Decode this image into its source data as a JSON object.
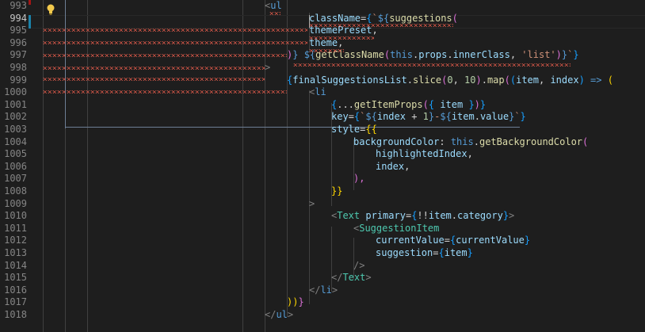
{
  "colors": {
    "background": "#1e1e1e",
    "line_number": "#858585",
    "line_number_active": "#c6c6c6",
    "default": "#d4d4d4",
    "keyword": "#569cd6",
    "variable": "#9cdcfe",
    "function": "#dcdcaa",
    "string": "#ce9178",
    "number": "#b5cea8",
    "tag": "#569cd6",
    "component": "#4ec9b0",
    "bracket_gold": "#ffd700",
    "bracket_purple": "#da70d6",
    "bracket_blue": "#179fff",
    "squiggle": "#e05a4a",
    "bulb": "#f2c94c"
  },
  "icons": {
    "lightbulb": "lightbulb-icon"
  },
  "editor": {
    "active_line": "994",
    "line_numbers": [
      "993",
      "994",
      "995",
      "996",
      "997",
      "998",
      "999",
      "1000",
      "1001",
      "1002",
      "1003",
      "1004",
      "1005",
      "1006",
      "1007",
      "1008",
      "1009",
      "1010",
      "1011",
      "1012",
      "1013",
      "1014",
      "1015",
      "1016",
      "1017",
      "1018"
    ],
    "lines": [
      {
        "indent": 0,
        "tokens": []
      },
      {
        "indent": 0,
        "tokens": []
      },
      {
        "indent": 0,
        "tokens": []
      },
      {
        "indent": 0,
        "tokens": []
      },
      {
        "indent": 0,
        "tokens": []
      },
      {
        "indent": 0,
        "tokens": []
      },
      {
        "indent": 0,
        "tokens": []
      },
      {
        "indent": 0,
        "tokens": []
      },
      {
        "indent": 0,
        "tokens": []
      },
      {
        "indent": 0,
        "tokens": []
      },
      {
        "indent": 0,
        "tokens": []
      },
      {
        "indent": 0,
        "tokens": []
      },
      {
        "indent": 0,
        "tokens": []
      },
      {
        "indent": 0,
        "tokens": []
      },
      {
        "indent": 0,
        "tokens": []
      },
      {
        "indent": 0,
        "tokens": []
      },
      {
        "indent": 0,
        "tokens": []
      },
      {
        "indent": 0,
        "tokens": []
      },
      {
        "indent": 0,
        "tokens": []
      },
      {
        "indent": 0,
        "tokens": []
      },
      {
        "indent": 0,
        "tokens": []
      },
      {
        "indent": 0,
        "tokens": []
      },
      {
        "indent": 0,
        "tokens": []
      },
      {
        "indent": 0,
        "tokens": []
      },
      {
        "indent": 0,
        "tokens": []
      },
      {
        "indent": 0,
        "tokens": []
      }
    ],
    "code": [
      [
        [
          "<",
          "#808080"
        ],
        [
          "ul",
          "#569cd6"
        ]
      ],
      [
        [
          "className",
          "#9cdcfe"
        ],
        [
          "=",
          "#d4d4d4"
        ],
        [
          "{",
          "#179fff"
        ],
        [
          "`",
          "#ce9178"
        ],
        [
          "${",
          "#569cd6"
        ],
        [
          "suggestions",
          "#dcdcaa"
        ],
        [
          "(",
          "#da70d6"
        ]
      ],
      [
        [
          "themePreset",
          "#9cdcfe"
        ],
        [
          ",",
          "#d4d4d4"
        ]
      ],
      [
        [
          "theme",
          "#9cdcfe"
        ],
        [
          ",",
          "#d4d4d4"
        ]
      ],
      [
        [
          ")",
          "#da70d6"
        ],
        [
          "}",
          "#569cd6"
        ],
        [
          " ",
          "#ce9178"
        ],
        [
          "${",
          "#569cd6"
        ],
        [
          "getClassName",
          "#dcdcaa"
        ],
        [
          "(",
          "#da70d6"
        ],
        [
          "this",
          "#569cd6"
        ],
        [
          ".",
          "#d4d4d4"
        ],
        [
          "props",
          "#9cdcfe"
        ],
        [
          ".",
          "#d4d4d4"
        ],
        [
          "innerClass",
          "#9cdcfe"
        ],
        [
          ", ",
          "#d4d4d4"
        ],
        [
          "'list'",
          "#ce9178"
        ],
        [
          ")",
          "#da70d6"
        ],
        [
          "}",
          "#569cd6"
        ],
        [
          "`",
          "#ce9178"
        ],
        [
          "}",
          "#179fff"
        ]
      ],
      [
        [
          ">",
          "#808080"
        ]
      ],
      [
        [
          "{",
          "#179fff"
        ],
        [
          "finalSuggestionsList",
          "#9cdcfe"
        ],
        [
          ".",
          "#d4d4d4"
        ],
        [
          "slice",
          "#dcdcaa"
        ],
        [
          "(",
          "#da70d6"
        ],
        [
          "0",
          "#b5cea8"
        ],
        [
          ", ",
          "#d4d4d4"
        ],
        [
          "10",
          "#b5cea8"
        ],
        [
          ")",
          "#da70d6"
        ],
        [
          ".",
          "#d4d4d4"
        ],
        [
          "map",
          "#dcdcaa"
        ],
        [
          "(",
          "#da70d6"
        ],
        [
          "(",
          "#179fff"
        ],
        [
          "item",
          "#9cdcfe"
        ],
        [
          ", ",
          "#d4d4d4"
        ],
        [
          "index",
          "#9cdcfe"
        ],
        [
          ")",
          "#179fff"
        ],
        [
          " => ",
          "#569cd6"
        ],
        [
          "(",
          "#ffd700"
        ]
      ],
      [
        [
          "<",
          "#808080"
        ],
        [
          "li",
          "#569cd6"
        ]
      ],
      [
        [
          "{",
          "#179fff"
        ],
        [
          "...",
          "#d4d4d4"
        ],
        [
          "getItemProps",
          "#dcdcaa"
        ],
        [
          "(",
          "#da70d6"
        ],
        [
          "{ ",
          "#179fff"
        ],
        [
          "item",
          "#9cdcfe"
        ],
        [
          " }",
          "#179fff"
        ],
        [
          ")",
          "#da70d6"
        ],
        [
          "}",
          "#179fff"
        ]
      ],
      [
        [
          "key",
          "#9cdcfe"
        ],
        [
          "=",
          "#d4d4d4"
        ],
        [
          "{",
          "#179fff"
        ],
        [
          "`",
          "#ce9178"
        ],
        [
          "${",
          "#569cd6"
        ],
        [
          "index",
          "#9cdcfe"
        ],
        [
          " + ",
          "#d4d4d4"
        ],
        [
          "1",
          "#b5cea8"
        ],
        [
          "}",
          "#569cd6"
        ],
        [
          "-",
          "#ce9178"
        ],
        [
          "${",
          "#569cd6"
        ],
        [
          "item",
          "#9cdcfe"
        ],
        [
          ".",
          "#d4d4d4"
        ],
        [
          "value",
          "#9cdcfe"
        ],
        [
          "}",
          "#569cd6"
        ],
        [
          "`",
          "#ce9178"
        ],
        [
          "}",
          "#179fff"
        ]
      ],
      [
        [
          "style",
          "#9cdcfe"
        ],
        [
          "=",
          "#d4d4d4"
        ],
        [
          "{{",
          "#ffd700"
        ]
      ],
      [
        [
          "backgroundColor",
          "#9cdcfe"
        ],
        [
          ": ",
          "#d4d4d4"
        ],
        [
          "this",
          "#569cd6"
        ],
        [
          ".",
          "#d4d4d4"
        ],
        [
          "getBackgroundColor",
          "#dcdcaa"
        ],
        [
          "(",
          "#da70d6"
        ]
      ],
      [
        [
          "highlightedIndex",
          "#9cdcfe"
        ],
        [
          ",",
          "#d4d4d4"
        ]
      ],
      [
        [
          "index",
          "#9cdcfe"
        ],
        [
          ",",
          "#d4d4d4"
        ]
      ],
      [
        [
          "),",
          "#da70d6"
        ]
      ],
      [
        [
          "}}",
          "#ffd700"
        ]
      ],
      [
        [
          ">",
          "#808080"
        ]
      ],
      [
        [
          "<",
          "#808080"
        ],
        [
          "Text",
          "#4ec9b0"
        ],
        [
          " ",
          "#d4d4d4"
        ],
        [
          "primary",
          "#9cdcfe"
        ],
        [
          "=",
          "#d4d4d4"
        ],
        [
          "{",
          "#179fff"
        ],
        [
          "!!",
          "#d4d4d4"
        ],
        [
          "item",
          "#9cdcfe"
        ],
        [
          ".",
          "#d4d4d4"
        ],
        [
          "category",
          "#9cdcfe"
        ],
        [
          "}",
          "#179fff"
        ],
        [
          ">",
          "#808080"
        ]
      ],
      [
        [
          "<",
          "#808080"
        ],
        [
          "SuggestionItem",
          "#4ec9b0"
        ]
      ],
      [
        [
          "currentValue",
          "#9cdcfe"
        ],
        [
          "=",
          "#d4d4d4"
        ],
        [
          "{",
          "#179fff"
        ],
        [
          "currentValue",
          "#9cdcfe"
        ],
        [
          "}",
          "#179fff"
        ]
      ],
      [
        [
          "suggestion",
          "#9cdcfe"
        ],
        [
          "=",
          "#d4d4d4"
        ],
        [
          "{",
          "#179fff"
        ],
        [
          "item",
          "#9cdcfe"
        ],
        [
          "}",
          "#179fff"
        ]
      ],
      [
        [
          "/>",
          "#808080"
        ]
      ],
      [
        [
          "</",
          "#808080"
        ],
        [
          "Text",
          "#4ec9b0"
        ],
        [
          ">",
          "#808080"
        ]
      ],
      [
        [
          "</",
          "#808080"
        ],
        [
          "li",
          "#569cd6"
        ],
        [
          ">",
          "#808080"
        ]
      ],
      [
        [
          "))",
          "#ffd700"
        ],
        [
          "}",
          "#da70d6"
        ]
      ],
      [
        [
          "</",
          "#808080"
        ],
        [
          "ul",
          "#569cd6"
        ],
        [
          ">",
          "#808080"
        ]
      ]
    ]
  }
}
